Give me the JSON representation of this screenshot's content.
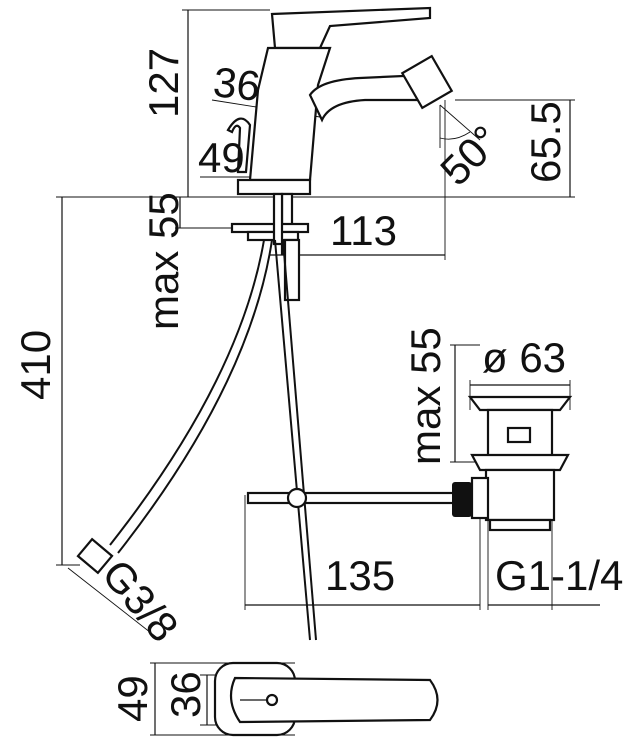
{
  "dimensions": {
    "d127": "127",
    "d36_spout": "36",
    "d49_lever": "49",
    "d55_max_top": "max 55",
    "d113": "113",
    "d65_5": "65.5",
    "d50_angle": "50°",
    "d410": "410",
    "g3_8": "G3/8",
    "d55_max_waste": "max 55",
    "d63": "ø 63",
    "d135": "135",
    "g1_1_4": "G1-1/4",
    "d49_bottom": "49",
    "d36_bottom": "36"
  },
  "colors": {
    "ink": "#111111",
    "paper": "#ffffff"
  }
}
